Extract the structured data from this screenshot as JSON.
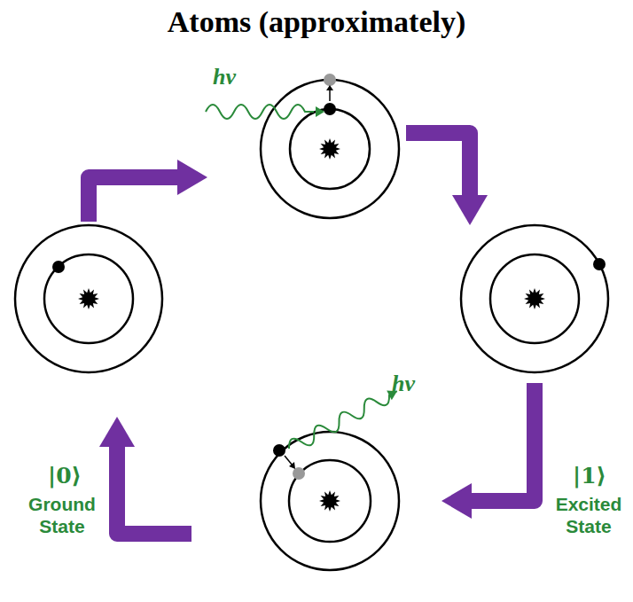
{
  "diagram": {
    "title": "Atoms (approximately)",
    "labels": [
      "hν",
      "hν",
      "|0⟩",
      "Ground State",
      "|1⟩",
      "Excited State"
    ]
  }
}
